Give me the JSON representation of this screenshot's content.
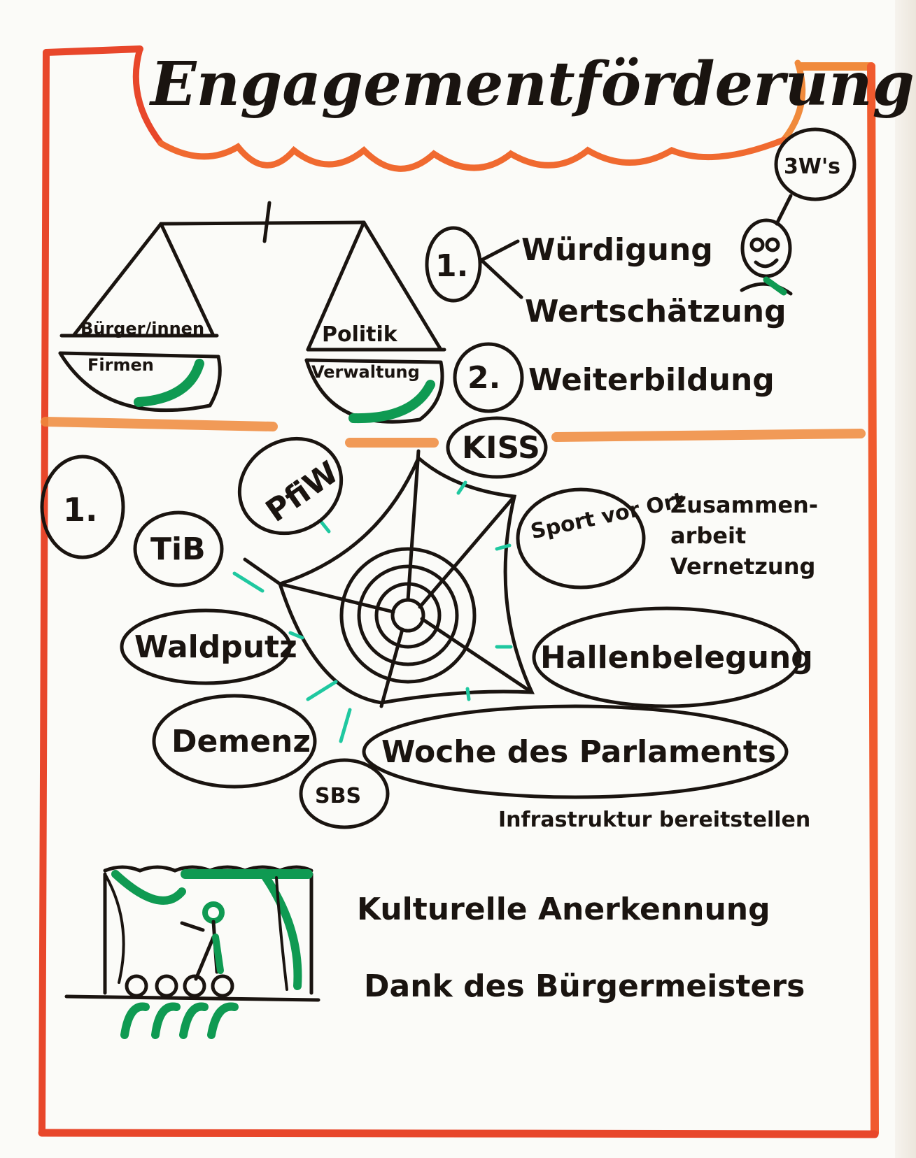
{
  "title": "Engagementförderung",
  "speech_bubble": "3W's",
  "scale": {
    "left_pan_top": "Bürger/innen",
    "left_pan_bottom": "Firmen",
    "right_pan_top": "Politik",
    "right_pan_bottom": "Verwaltung"
  },
  "list_top": {
    "item1_number": "1.",
    "item1_a": "Würdigung",
    "item1_b": "Wertschätzung",
    "item2_number": "2.",
    "item2": "Weiterbildung"
  },
  "web": {
    "section_number": "1.",
    "nodes": [
      "KISS",
      "PfiW",
      "TiB",
      "Sport vor Ort",
      "Waldputz",
      "Hallenbelegung",
      "Demenz",
      "SBS",
      "Woche des Parlaments"
    ],
    "note_right": "Zusammen-arbeit Vernetzung",
    "note_bottom": "Infrastruktur bereitstellen"
  },
  "bottom": {
    "line1": "Kulturelle Anerkennung",
    "line2": "Dank des Bürgermeisters"
  },
  "colors": {
    "frame": "#e8472b",
    "frame_orange": "#f08a3c",
    "ink": "#1a1410",
    "green": "#0f9a52",
    "teal": "#1fc8a0",
    "paper": "#fbfbf8"
  }
}
